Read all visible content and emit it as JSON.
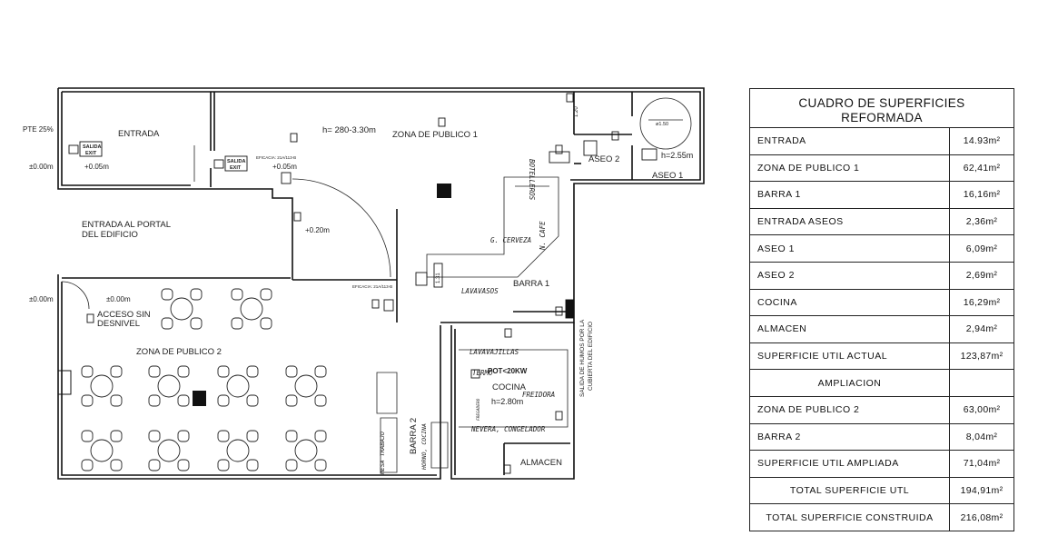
{
  "rooms": {
    "entrada": "ENTRADA",
    "zona_publico_1": "ZONA DE PUBLICO 1",
    "zona_publico_2": "ZONA DE PUBLICO 2",
    "barra_1": "BARRA 1",
    "barra_2": "BARRA 2",
    "aseo_1": "ASEO 1",
    "aseo_2": "ASEO 2",
    "cocina": "COCINA",
    "almacen": "ALMACEN",
    "portal_1": "ENTRADA AL PORTAL",
    "portal_2": "DEL EDIFICIO",
    "acceso_1": "ACCESO SIN",
    "acceso_2": "DESNIVEL"
  },
  "annotations": {
    "pte": "PTE 25%",
    "level_0_left": "±0.00m",
    "level_0_left_2": "±0.00m",
    "level_0_zp2": "±0.00m",
    "level_005_entrada": "+0.05m",
    "level_005_zp1": "+0.05m",
    "level_020": "+0.20m",
    "height_zp1": "h= 280-3.30m",
    "height_aseo": "h=2.55m",
    "height_cocina": "h=2.80m",
    "salida": "SALIDA",
    "exit": "EXIT",
    "eficacia_1": "EFICACIA: 21A/113-B",
    "eficacia_2": "EFICACIA: 21A/113-B",
    "diam": "ø1.50",
    "door_120": "1.20",
    "door_131": "1.31",
    "pot": "POT<20KW",
    "salida_humos_1": "SALIDA DE HUMOS POR LA",
    "salida_humos_2": "CUBIERTA DEL EDIFICIO"
  },
  "equipment": {
    "botelleros": "BOTELLEROS",
    "g_cerveza": "G. CERVEZA",
    "n_cafe": "N. CAFE",
    "lavavasos": "LAVAVASOS",
    "lavavajillas": "LAVAVAJILLAS",
    "termo": "TERMO",
    "freidora": "FREIDORA",
    "nevera": "NEVERA, CONGELADOR",
    "mesa_trabajo": "MESA TRABAJO",
    "horno_cocina": "HORNO, COCINA",
    "fregadero": "FREGADERO"
  },
  "table": {
    "title_1": "CUADRO DE SUPERFICIES",
    "title_2": "REFORMADA",
    "rows": [
      {
        "name": "ENTRADA",
        "value": "14.93m²"
      },
      {
        "name": "ZONA DE PUBLICO 1",
        "value": "62,41m²"
      },
      {
        "name": "BARRA   1",
        "value": "16,16m²"
      },
      {
        "name": "ENTRADA ASEOS",
        "value": "2,36m²"
      },
      {
        "name": "ASEO 1",
        "value": "6,09m²"
      },
      {
        "name": "ASEO 2",
        "value": "2,69m²"
      },
      {
        "name": "COCINA",
        "value": "16,29m²"
      },
      {
        "name": "ALMACEN",
        "value": "2,94m²"
      },
      {
        "name": "SUPERFICIE UTIL ACTUAL",
        "value": "123,87m²"
      },
      {
        "name": "AMPLIACION",
        "value": ""
      },
      {
        "name": "ZONA DE PUBLICO 2",
        "value": "63,00m²"
      },
      {
        "name": "BARRA 2",
        "value": "8,04m²"
      },
      {
        "name": "SUPERFICIE UTIL AMPLIADA",
        "value": "71,04m²"
      },
      {
        "name": "TOTAL SUPERFICIE UTL",
        "value": "194,91m²"
      },
      {
        "name": "TOTAL SUPERFICIE CONSTRUIDA",
        "value": "216,08m²"
      }
    ]
  }
}
